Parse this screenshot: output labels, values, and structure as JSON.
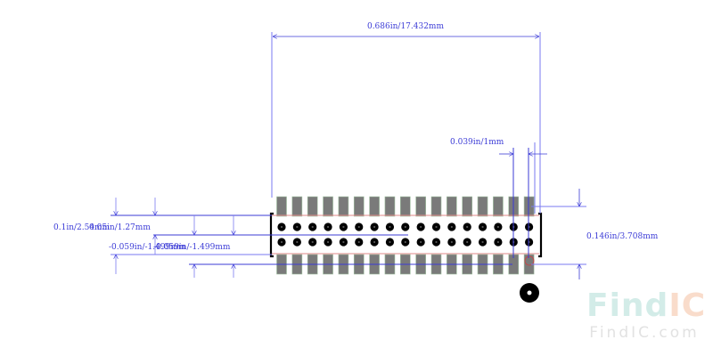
{
  "diagram": {
    "type": "pcb-footprint",
    "pin_columns": 17,
    "pad_rows": [
      "top",
      "bottom"
    ],
    "hole_rows": 2,
    "dimensions": {
      "overall_width": "0.686in/17.432mm",
      "pad_width": "0.039in/1mm",
      "pad_span_height": "0.146in/3.708mm",
      "row_pitch": "0.1in/2.54mm",
      "half_pitch": "0.05in/1.27mm",
      "offset_a": "-0.059in/-1.499mm",
      "offset_b": "-0.059in/-1.499mm"
    },
    "colors": {
      "dimension_line": "#3b3bd6",
      "pad_fill": "#7a7a7a",
      "pad_outline": "#9fbf9f",
      "hole": "#000000",
      "courtyard": "#e08a8a",
      "outline": "#000000"
    }
  },
  "watermark": {
    "brand_part1": "Find",
    "brand_part2": "IC",
    "url": "FindIC.com"
  }
}
